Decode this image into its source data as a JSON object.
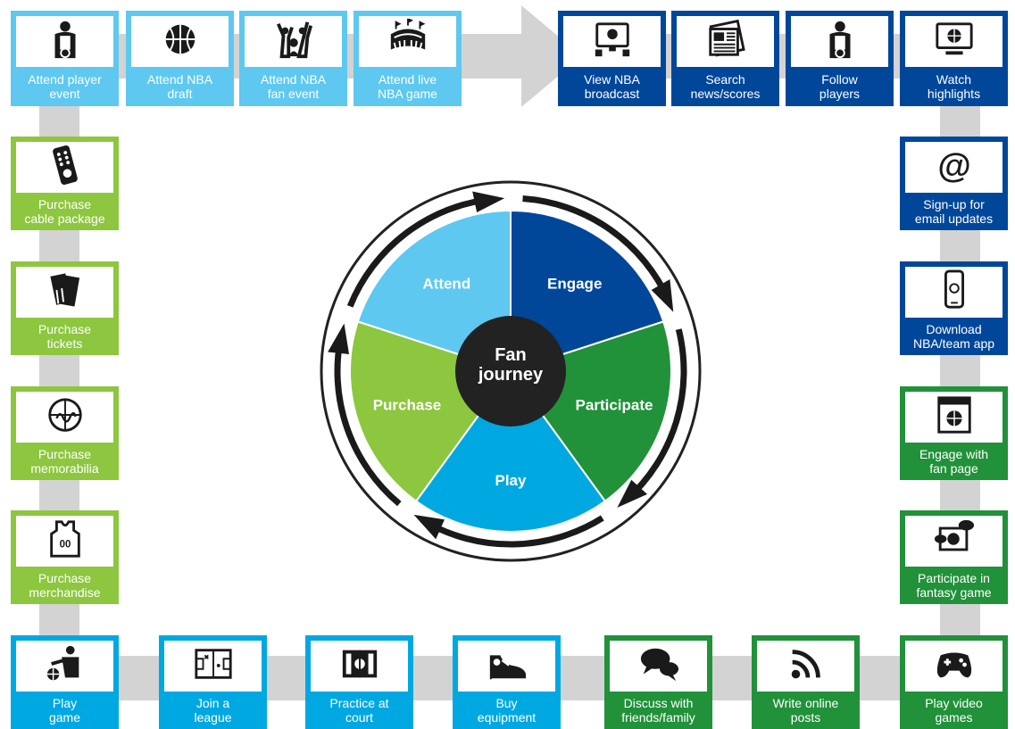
{
  "colors": {
    "attend": "#5ec8f0",
    "engage": "#00479a",
    "purchase": "#8dc63f",
    "participate": "#21913a",
    "play": "#00a8e2",
    "track": "#d3d3d3",
    "center": "#222222"
  },
  "wheel": {
    "center_line1": "Fan",
    "center_line2": "journey",
    "segments": [
      {
        "label": "Engage",
        "color": "#00479a"
      },
      {
        "label": "Participate",
        "color": "#21913a"
      },
      {
        "label": "Play",
        "color": "#00a8e2"
      },
      {
        "label": "Purchase",
        "color": "#8dc63f"
      },
      {
        "label": "Attend",
        "color": "#5ec8f0"
      }
    ]
  },
  "tiles": [
    {
      "id": "attend-player-event",
      "line1": "Attend player",
      "line2": "event",
      "icon": "player-icon",
      "color": "#5ec8f0"
    },
    {
      "id": "attend-nba-draft",
      "line1": "Attend NBA",
      "line2": "draft",
      "icon": "basketball-icon",
      "color": "#5ec8f0"
    },
    {
      "id": "attend-nba-fan-event",
      "line1": "Attend NBA",
      "line2": "fan event",
      "icon": "cheering-fans-icon",
      "color": "#5ec8f0"
    },
    {
      "id": "attend-live-nba-game",
      "line1": "Attend live",
      "line2": "NBA game",
      "icon": "stadium-icon",
      "color": "#5ec8f0"
    },
    {
      "id": "view-nba-broadcast",
      "line1": "View NBA",
      "line2": "broadcast",
      "icon": "tv-broadcast-icon",
      "color": "#00479a"
    },
    {
      "id": "search-news-scores",
      "line1": "Search",
      "line2": "news/scores",
      "icon": "newspaper-icon",
      "color": "#00479a"
    },
    {
      "id": "follow-players",
      "line1": "Follow",
      "line2": "players",
      "icon": "player-icon",
      "color": "#00479a"
    },
    {
      "id": "watch-highlights",
      "line1": "Watch",
      "line2": "highlights",
      "icon": "monitor-basketball-icon",
      "color": "#00479a"
    },
    {
      "id": "sign-up-email",
      "line1": "Sign-up for",
      "line2": "email updates",
      "icon": "at-sign-icon",
      "color": "#00479a"
    },
    {
      "id": "download-app",
      "line1": "Download",
      "line2": "NBA/team app",
      "icon": "smartphone-icon",
      "color": "#00479a"
    },
    {
      "id": "engage-fan-page",
      "line1": "Engage with",
      "line2": "fan page",
      "icon": "browser-window-icon",
      "color": "#21913a"
    },
    {
      "id": "participate-fantasy",
      "line1": "Participate in",
      "line2": "fantasy game",
      "icon": "monitor-chat-icon",
      "color": "#21913a"
    },
    {
      "id": "play-video-games",
      "line1": "Play video",
      "line2": "games",
      "icon": "gamepad-icon",
      "color": "#21913a"
    },
    {
      "id": "write-online-posts",
      "line1": "Write online",
      "line2": "posts",
      "icon": "rss-icon",
      "color": "#21913a"
    },
    {
      "id": "discuss-friends",
      "line1": "Discuss with",
      "line2": "friends/family",
      "icon": "speech-bubbles-icon",
      "color": "#21913a"
    },
    {
      "id": "buy-equipment",
      "line1": "Buy",
      "line2": "equipment",
      "icon": "sneaker-icon",
      "color": "#00a8e2"
    },
    {
      "id": "practice-court",
      "line1": "Practice at",
      "line2": "court",
      "icon": "court-icon",
      "color": "#00a8e2"
    },
    {
      "id": "join-league",
      "line1": "Join a",
      "line2": "league",
      "icon": "clipboard-court-icon",
      "color": "#00a8e2"
    },
    {
      "id": "play-game",
      "line1": "Play",
      "line2": "game",
      "icon": "player-dribble-icon",
      "color": "#00a8e2"
    },
    {
      "id": "purchase-merchandise",
      "line1": "Purchase",
      "line2": "merchandise",
      "icon": "jersey-icon",
      "color": "#8dc63f"
    },
    {
      "id": "purchase-memorabilia",
      "line1": "Purchase",
      "line2": "memorabilia",
      "icon": "signed-ball-icon",
      "color": "#8dc63f"
    },
    {
      "id": "purchase-tickets",
      "line1": "Purchase",
      "line2": "tickets",
      "icon": "tickets-icon",
      "color": "#8dc63f"
    },
    {
      "id": "purchase-cable",
      "line1": "Purchase",
      "line2": "cable package",
      "icon": "remote-control-icon",
      "color": "#8dc63f"
    }
  ]
}
